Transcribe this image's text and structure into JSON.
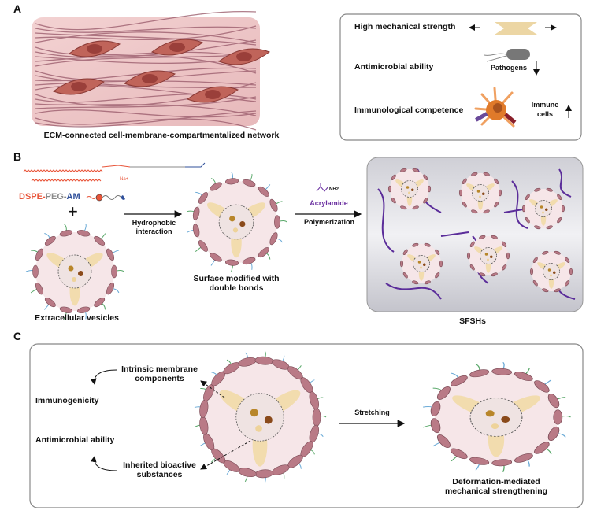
{
  "panels": {
    "a": "A",
    "b": "B",
    "c": "C"
  },
  "panel_a": {
    "caption": "ECM-connected cell-membrane-compartmentalized network",
    "properties": [
      "High mechanical strength",
      "Antimicrobial ability",
      "Immunological competence"
    ],
    "pathogens": "Pathogens",
    "immune_cells_1": "Immune",
    "immune_cells_2": "cells"
  },
  "panel_b": {
    "lipid_name": {
      "dspe": "DSPE",
      "sep1": "-",
      "peg": "PEG",
      "sep2": "-",
      "am": "AM"
    },
    "plus": "+",
    "na": "Na+",
    "ev_caption": "Extracellular vesicles",
    "step1_1": "Hydrophobic",
    "step1_2": "interaction",
    "modified_1": "Surface modified with",
    "modified_2": "double bonds",
    "nh2": "NH2",
    "reagent": "Acrylamide",
    "step2": "Polymerization",
    "product": "SFSHs"
  },
  "panel_c": {
    "intrinsic_1": "Intrinsic membrane",
    "intrinsic_2": "components",
    "immunogenicity": "Immunogenicity",
    "antimicrobial": "Antimicrobial ability",
    "inherited_1": "Inherited bioactive",
    "inherited_2": "substances",
    "stretching": "Stretching",
    "result_1": "Deformation-mediated",
    "result_2": "mechanical strengthening"
  },
  "colors": {
    "dspe": "#e8553a",
    "peg": "#8a8a8a",
    "am": "#2f4f9a",
    "reagent": "#6a2fa0",
    "vesicle": "#b97a86"
  }
}
